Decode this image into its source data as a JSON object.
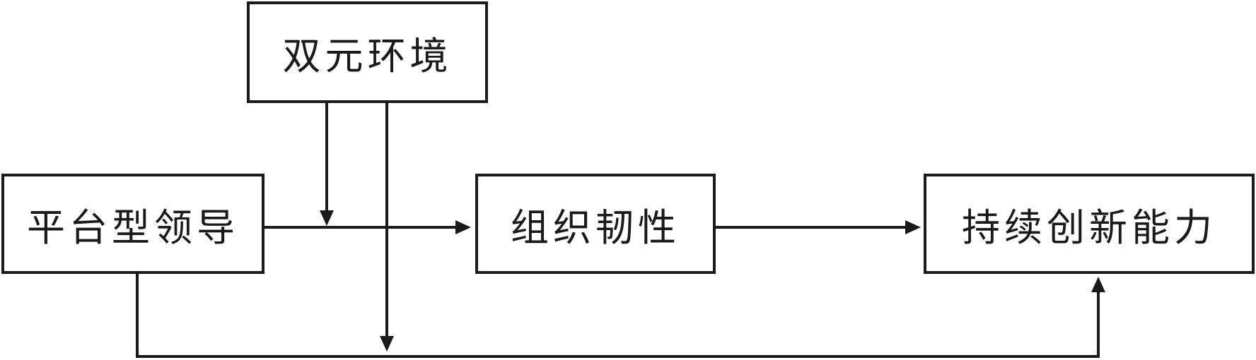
{
  "nodes": {
    "dual_environment": "双元环境",
    "platform_leadership": "平台型领导",
    "organizational_resilience": "组织韧性",
    "sustained_innovation": "持续创新能力"
  },
  "edges": [
    {
      "from": "platform_leadership",
      "to": "organizational_resilience",
      "kind": "direct"
    },
    {
      "from": "organizational_resilience",
      "to": "sustained_innovation",
      "kind": "direct"
    },
    {
      "from": "platform_leadership",
      "to": "sustained_innovation",
      "kind": "direct"
    },
    {
      "from": "dual_environment",
      "to": "platform_leadership→organizational_resilience",
      "kind": "moderation"
    },
    {
      "from": "dual_environment",
      "to": "platform_leadership→sustained_innovation",
      "kind": "moderation"
    }
  ],
  "colors": {
    "line": "#1a1a1a",
    "background": "#ffffff"
  }
}
